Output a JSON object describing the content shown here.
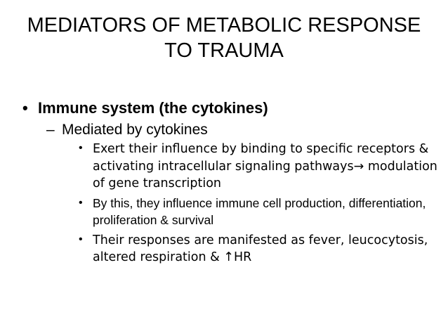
{
  "slide": {
    "title": "MEDIATORS OF METABOLIC RESPONSE TO TRAUMA",
    "bullet_glyph_round": "•",
    "bullet_glyph_dash": "–",
    "level1": {
      "text": "Immune system (the cytokines)"
    },
    "level2": {
      "text": "Mediated by cytokines"
    },
    "level3": [
      {
        "text": "Exert their influence by binding to specific receptors & activating intracellular signaling pathways→ modulation of gene transcription"
      },
      {
        "text": "By this, they influence immune cell production, differentiation, proliferation & survival"
      },
      {
        "text": "Their responses are manifested as fever, leucocytosis, altered respiration & ↑HR"
      }
    ]
  }
}
